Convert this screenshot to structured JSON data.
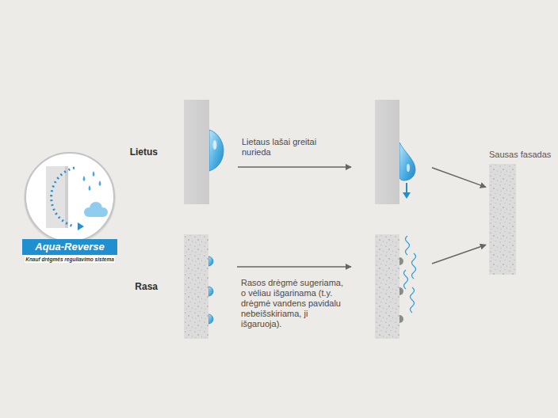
{
  "diagram": {
    "nodes": [
      {
        "text": [
          "Aqua-Reverse",
          "Knauf drėgmės reguliavimo sistema"
        ]
      },
      {
        "text": [
          "Lietus"
        ]
      },
      {
        "text": []
      },
      {
        "text": [
          "Rasa"
        ]
      },
      {
        "text": []
      },
      {
        "text": [
          "Sausas fasadas"
        ]
      }
    ],
    "edges": [
      {
        "from": 1,
        "to": 2,
        "arrow": "to",
        "label": "Lietaus lašai greitai nurieda"
      },
      {
        "from": 3,
        "to": 4,
        "arrow": "to",
        "label": "Rasos drėgmė sugeriama, o vėliau išgarinama (t.y. drėgmė vandens pavidalu nebeišskiriama, ji išgaruoja)."
      },
      {
        "from": 2,
        "to": 5,
        "arrow": "to"
      },
      {
        "from": 4,
        "to": 5,
        "arrow": "to"
      }
    ]
  }
}
